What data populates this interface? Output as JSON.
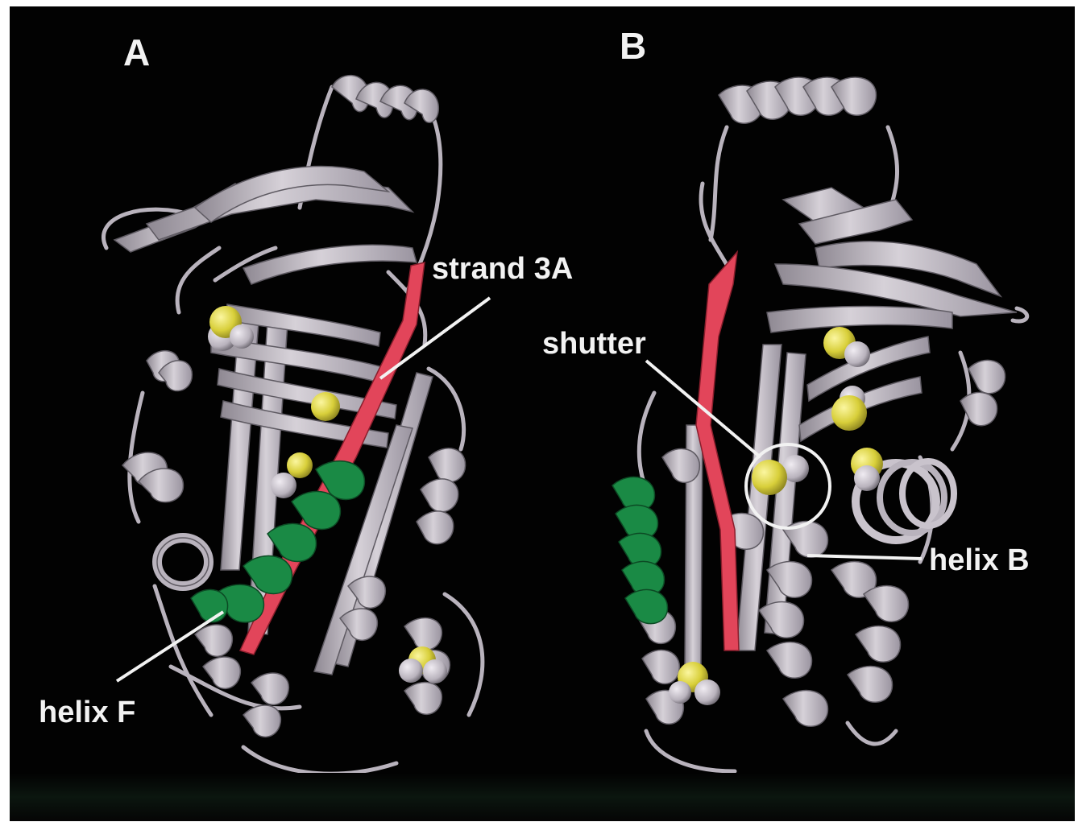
{
  "figure": {
    "colors": {
      "background": "#020202",
      "backbone": "#c9c3cc",
      "backbone_shade": "#8e8892",
      "strand_3A": "#e2455a",
      "helix_F": "#1a8a45",
      "atoms": "#d8cf3a",
      "atom_partner": "#b9b3bd",
      "label": "#f2f2f2"
    }
  },
  "panels": [
    {
      "letter": "A",
      "callouts": {
        "strand_3A": "strand 3A",
        "helix_F": "helix F"
      }
    },
    {
      "letter": "B",
      "callouts": {
        "shutter": "shutter",
        "helix_B": "helix B"
      }
    }
  ]
}
